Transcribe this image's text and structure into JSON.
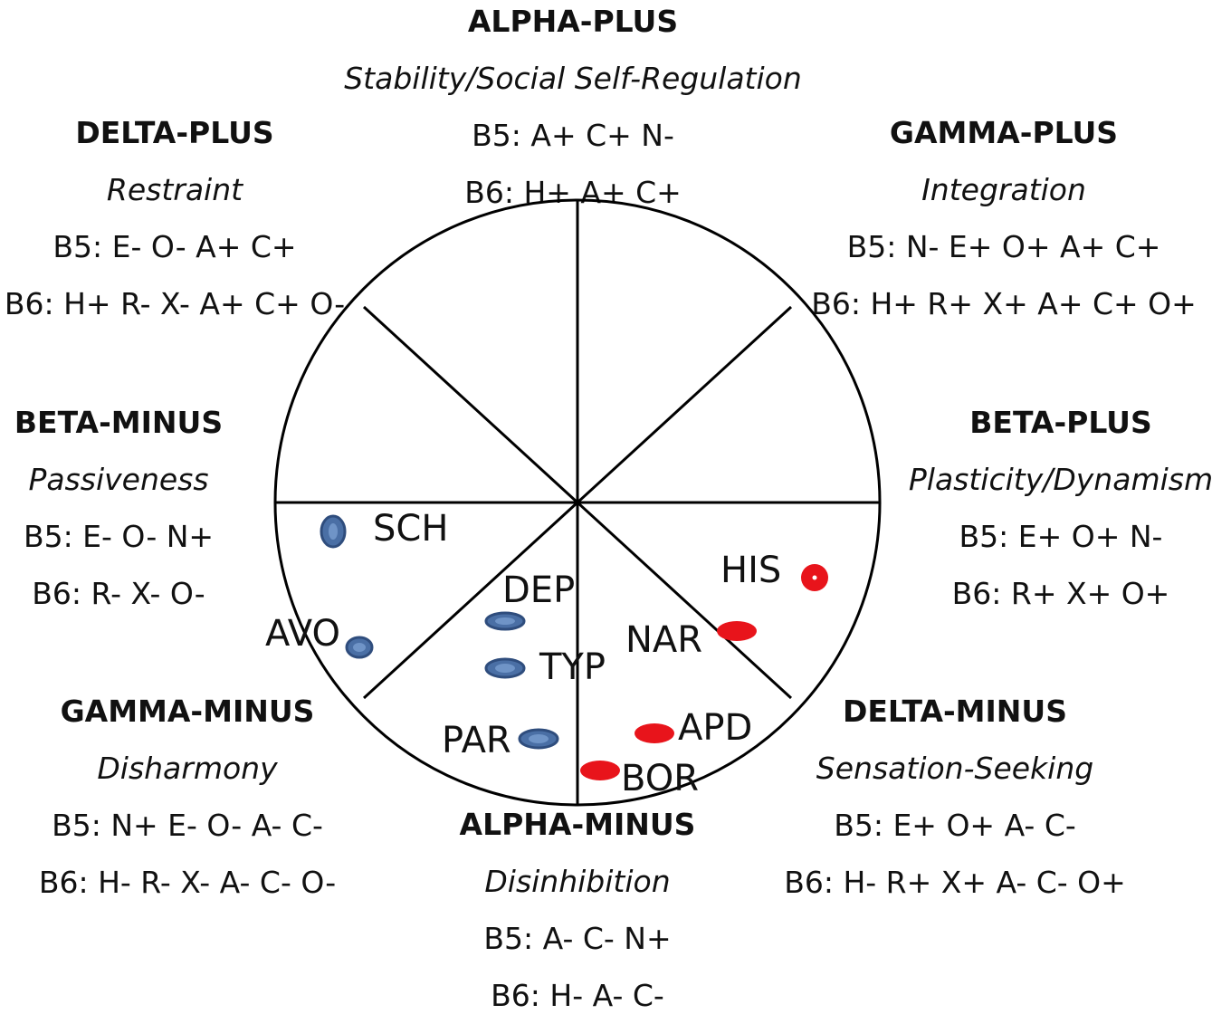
{
  "sectors": [
    {
      "id": "alpha-plus",
      "name": "ALPHA-PLUS",
      "desc": "Stability/Social Self-Regulation",
      "b5": "B5: A+ C+ N-",
      "b6": "B6: H+ A+ C+"
    },
    {
      "id": "gamma-plus",
      "name": "GAMMA-PLUS",
      "desc": "Integration",
      "b5": "B5: N- E+ O+ A+ C+",
      "b6": "B6: H+ R+ X+ A+ C+ O+"
    },
    {
      "id": "beta-plus",
      "name": "BETA-PLUS",
      "desc": "Plasticity/Dynamism",
      "b5": "B5: E+ O+ N-",
      "b6": "B6: R+ X+ O+"
    },
    {
      "id": "delta-minus",
      "name": "DELTA-MINUS",
      "desc": "Sensation-Seeking",
      "b5": "B5: E+ O+ A- C-",
      "b6": "B6: H- R+ X+ A- C- O+"
    },
    {
      "id": "alpha-minus",
      "name": "ALPHA-MINUS",
      "desc": "Disinhibition",
      "b5": "B5: A- C- N+",
      "b6": "B6: H- A- C-"
    },
    {
      "id": "gamma-minus",
      "name": "GAMMA-MINUS",
      "desc": "Disharmony",
      "b5": "B5: N+ E- O- A- C-",
      "b6": "B6: H- R- X- A- C- O-"
    },
    {
      "id": "beta-minus",
      "name": "BETA-MINUS",
      "desc": "Passiveness",
      "b5": "B5: E- O- N+",
      "b6": "B6: R- X- O-"
    },
    {
      "id": "delta-plus",
      "name": "DELTA-PLUS",
      "desc": "Restraint",
      "b5": "B5: E- O- A+ C+",
      "b6": "B6: H+ R- X- A+ C+ O-"
    }
  ],
  "points": [
    {
      "label": "SCH",
      "color": "#4a6fa5"
    },
    {
      "label": "AVO",
      "color": "#4a6fa5"
    },
    {
      "label": "DEP",
      "color": "#4a6fa5"
    },
    {
      "label": "TYP",
      "color": "#4a6fa5"
    },
    {
      "label": "PAR",
      "color": "#4a6fa5"
    },
    {
      "label": "HIS",
      "color": "#e8141b"
    },
    {
      "label": "NAR",
      "color": "#e8141b"
    },
    {
      "label": "APD",
      "color": "#e8141b"
    },
    {
      "label": "BOR",
      "color": "#e8141b"
    }
  ],
  "colors": {
    "blue_point": "#4a6fa5",
    "red_point": "#e8141b",
    "line": "#000000"
  }
}
